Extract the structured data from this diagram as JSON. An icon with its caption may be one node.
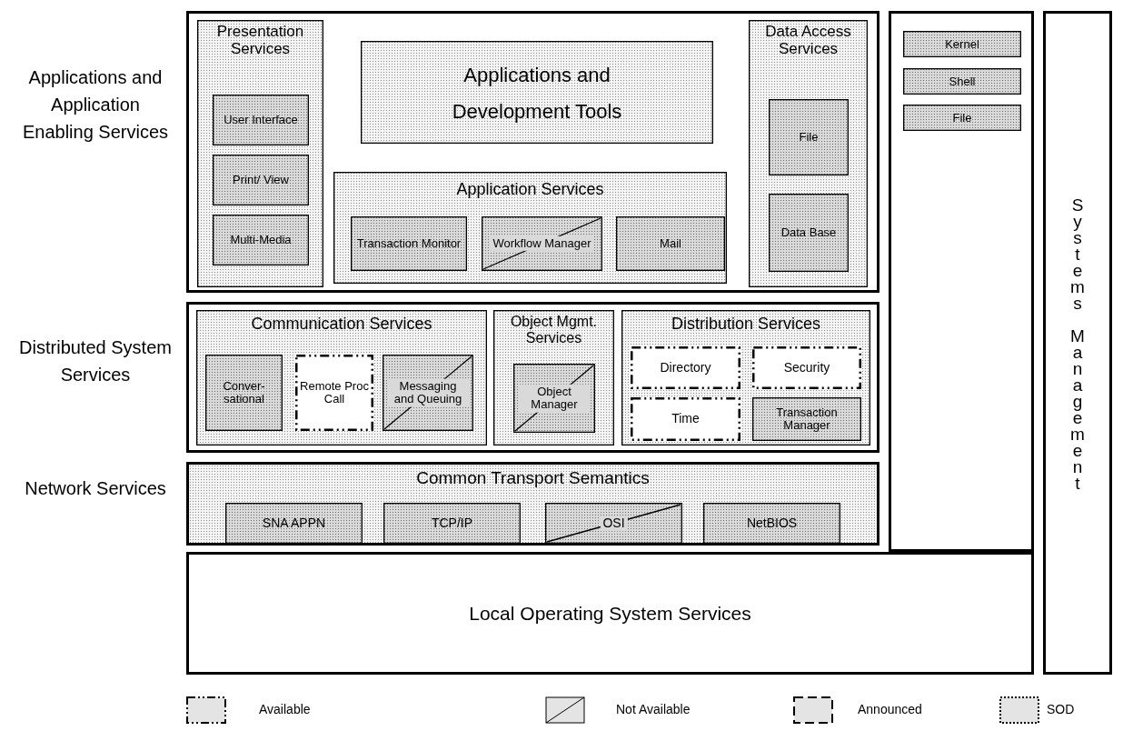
{
  "diagram": {
    "nodes": [
      {
        "text": [],
        "shape": "box"
      },
      {
        "text": [
          "Presentation Services"
        ],
        "in": 0
      },
      {
        "text": [
          "User Interface"
        ],
        "in": 1
      },
      {
        "text": [
          "Print/ View"
        ],
        "in": 1
      },
      {
        "text": [
          "Multi-Media"
        ],
        "in": 1
      },
      {
        "text": [
          "Applications and Development Tools"
        ],
        "in": 0
      },
      {
        "text": [
          "Application Services"
        ],
        "in": 0
      },
      {
        "text": [
          "Transaction Monitor"
        ],
        "in": 6
      },
      {
        "text": [
          "Workflow Manager"
        ],
        "in": 6
      },
      {
        "text": [
          "Mail"
        ],
        "in": 6
      },
      {
        "text": [
          "Data Access Services"
        ],
        "in": 0
      },
      {
        "text": [
          "File"
        ],
        "in": 10
      },
      {
        "text": [
          "Data Base"
        ],
        "in": 10
      },
      {
        "text": [],
        "shape": "box"
      },
      {
        "text": [
          "Communication Services"
        ],
        "in": 13
      },
      {
        "text": [
          "Conver-sational"
        ],
        "in": 14
      },
      {
        "text": [
          "Remote Proc Call"
        ],
        "in": 14
      },
      {
        "text": [
          "Messaging and Queuing"
        ],
        "in": 14
      },
      {
        "text": [
          "Object Mgmt. Services"
        ],
        "in": 13
      },
      {
        "text": [
          "Object Manager"
        ],
        "in": 18
      },
      {
        "text": [
          "Distribution Services"
        ],
        "in": 13
      },
      {
        "text": [
          "Directory"
        ],
        "in": 20
      },
      {
        "text": [
          "Security"
        ],
        "in": 20
      },
      {
        "text": [
          "Time"
        ],
        "in": 20
      },
      {
        "text": [
          "Transaction Manager"
        ],
        "in": 20
      },
      {
        "text": [
          "Common Transport Semantics"
        ]
      },
      {
        "text": [
          "SNA APPN"
        ],
        "in": 25
      },
      {
        "text": [
          "TCP/IP"
        ],
        "in": 25
      },
      {
        "text": [
          "OSI"
        ],
        "in": 25
      },
      {
        "text": [
          "NetBIOS"
        ],
        "in": 25
      },
      {
        "text": [],
        "shape": "box"
      },
      {
        "text": [
          "Kernel"
        ],
        "in": 30
      },
      {
        "text": [
          "Shell"
        ],
        "in": 30
      },
      {
        "text": [
          "File"
        ],
        "in": 30
      },
      {
        "text": [
          "Local Operating System Services"
        ]
      },
      {
        "text": [
          "Systems Management"
        ]
      }
    ],
    "edges": [],
    "labels": [
      "Applications and Application Enabling Services",
      "Distributed System Services",
      "Network Services"
    ],
    "legend": [
      {
        "text": "Available"
      },
      {
        "text": "Not Available"
      },
      {
        "text": "Announced"
      },
      {
        "text": "SOD"
      }
    ]
  }
}
